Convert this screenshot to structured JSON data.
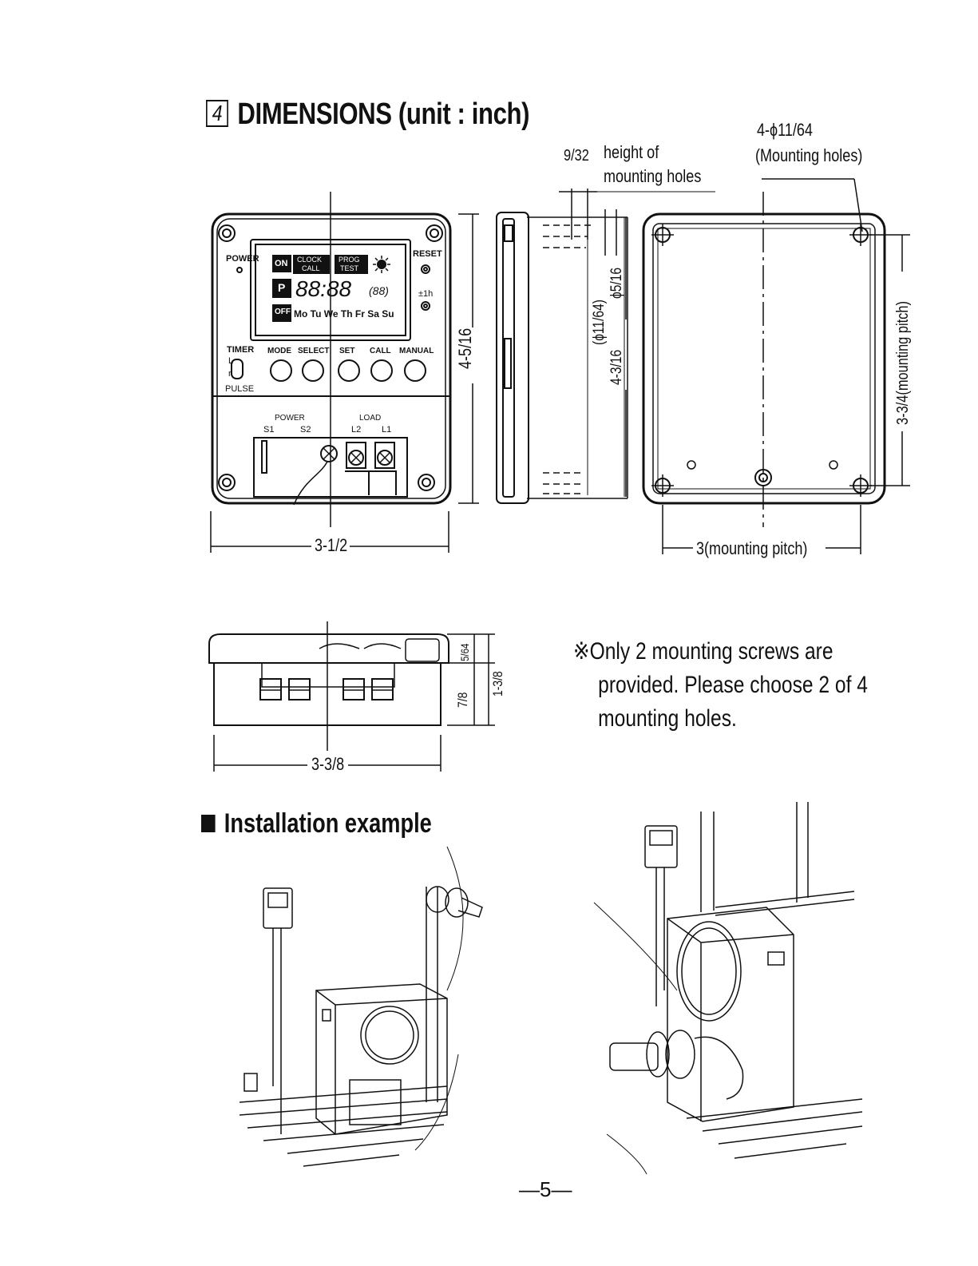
{
  "section": {
    "number": "4",
    "title": "DIMENSIONS (unit : inch)"
  },
  "front_view": {
    "labels": {
      "power": "POWER",
      "reset": "RESET",
      "plus_minus": "±1h",
      "on": "ON",
      "clock": "CLOCK",
      "call": "CALL",
      "prog": "PROG",
      "test": "TEST",
      "p": "P",
      "off": "OFF",
      "time_digits": "88:88",
      "time_small": "(88)",
      "days": "Mo Tu We Th Fr Sa Su",
      "timer": "TIMER",
      "l": "L",
      "r": "r",
      "pulse": "PULSE",
      "buttons": [
        "MODE",
        "SELECT",
        "SET",
        "CALL",
        "MANUAL"
      ],
      "terminal_power": "POWER",
      "terminal_load": "LOAD",
      "s1": "S1",
      "s2": "S2",
      "l2": "L2",
      "l1": "L1"
    },
    "width_dim": "3-1/2",
    "height_dim": "4-5/16"
  },
  "side_view": {
    "hole_height_fraction": "9/32",
    "hole_height_note_line1": "height of",
    "hole_height_note_line2": "mounting holes",
    "phi_small": "(ϕ11/64)",
    "phi_large": "ϕ5/16",
    "height_dim": "4-3/16"
  },
  "back_view": {
    "holes_dim": "4-ϕ11/64",
    "holes_note": "(Mounting holes)",
    "vertical_pitch": "3-3/4(mounting pitch)",
    "horizontal_pitch": "3(mounting pitch)"
  },
  "bottom_view": {
    "width_dim": "3-3/8",
    "dim_a": "5/64",
    "dim_b": "7/8",
    "dim_c": "1-3/8"
  },
  "note": {
    "line1": "※Only 2 mounting screws are",
    "line2": "provided.  Please choose 2 of 4",
    "line3": "mounting holes."
  },
  "installation": {
    "title": "Installation example"
  },
  "page_number": "—5—"
}
